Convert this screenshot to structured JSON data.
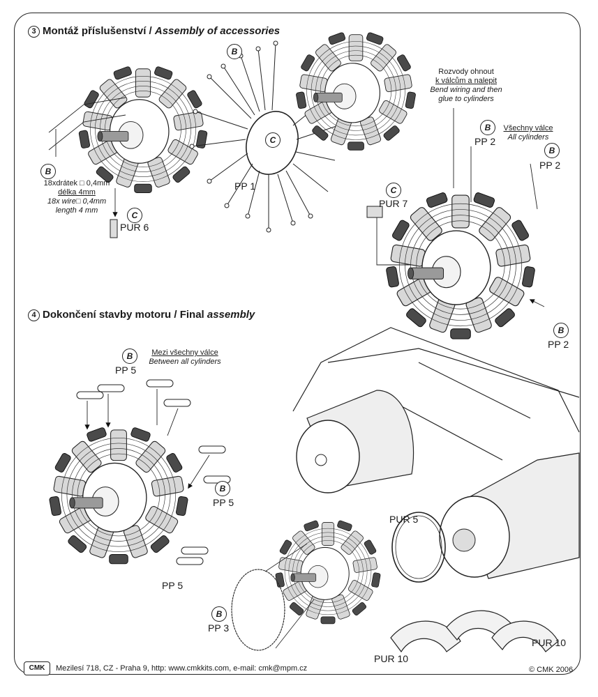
{
  "section3": {
    "number": "3",
    "title_cz": "Montáž příslušenství / ",
    "title_en": "Assembly of accessories"
  },
  "section4": {
    "number": "4",
    "title_cz": "Dokončení stavby motoru / Final ",
    "title_en": "assembly"
  },
  "wire_note": {
    "line1": "18xdrátek □ 0,4mm",
    "line2": "délka 4mm",
    "line3": "18x wire□ 0,4mm",
    "line4": "length 4 mm"
  },
  "bend_note": {
    "line1": "Rozvody ohnout",
    "line2": "k válcům a nalepit",
    "line3": "Bend wiring and then",
    "line4": "glue to cylinders"
  },
  "all_cyl_note": {
    "line1": "Všechny válce",
    "line2": "All cylinders"
  },
  "between_note": {
    "line1": "Mezi všechny válce",
    "line2": "Between all cylinders"
  },
  "parts": {
    "pp1": "PP 1",
    "pp2a": "PP 2",
    "pp2b": "PP 2",
    "pp2c": "PP 2",
    "pp3": "PP 3",
    "pp5a": "PP 5",
    "pp5b": "PP 5",
    "pp5c": "PP 5",
    "pur5": "PUR 5",
    "pur6": "PUR 6",
    "pur7": "PUR 7",
    "pur10a": "PUR 10",
    "pur10b": "PUR 10"
  },
  "badges": {
    "b": "B",
    "c": "C"
  },
  "footer": {
    "logo": "CMK",
    "address": "Mezilesí 718, CZ - Praha 9,  http: www.cmkkits.com, e-mail: cmk@mpm.cz",
    "copyright": "© CMK 2006"
  },
  "colors": {
    "ink": "#1a1a1a",
    "shade": "#8a8a8a",
    "paper": "#ffffff"
  }
}
